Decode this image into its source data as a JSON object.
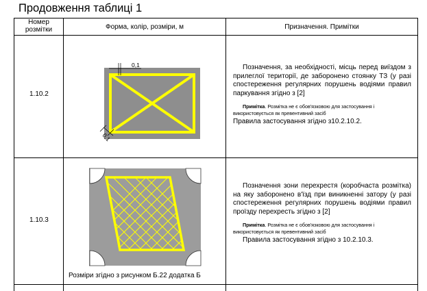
{
  "heading": "Продовження таблиці 1",
  "header": {
    "code_line1": "Номер",
    "code_line2": "розмітки",
    "form": "Форма, колір, розміри, м",
    "purpose": "Призначення. Примітки"
  },
  "rows": [
    {
      "code": "1.10.2",
      "description": "Позначення, за необхідності, місць перед виїздом з прилеглої території,  де заборонено стоянку ТЗ (у разі спостереження регулярних порушень водіями правил паркування згідно з [2]",
      "note_label": "Примітка",
      "note_text": ". Розмітка не є обов'язковою для застосування і використовується  як превентивний засіб",
      "rule": "Правила застосування згідно з10.2.10.2.",
      "dims": {
        "top": "0,1",
        "side": "0,1"
      }
    },
    {
      "code": "1.10.3",
      "description": "Позначення зони перехрестя (коробчаста розмітка) на яку заборонено в'їзд при виникненні затору (у разі спостереження регулярних порушень водіями правил проїзду перехресть згідно з [2]",
      "note_label": "Примітка",
      "note_text": ". Розмітка не є обов'язковою для застосування і використовується  як превентивний засіб",
      "rule": "Правила застосування згідно з 10.2.10.3.",
      "caption": "Розміри згідно з рисунком Б.22 додатка Б"
    }
  ],
  "colors": {
    "road": "#8e8e8e",
    "marking": "#ffff00",
    "light_road": "#9c9c9c"
  }
}
